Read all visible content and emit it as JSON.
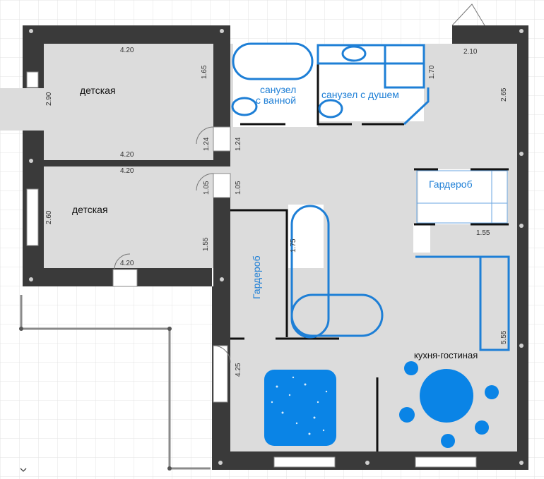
{
  "rooms": {
    "kids1": "детская",
    "kids2": "детская",
    "bath_tub": "санузел\nс ванной",
    "bath_shower": "санузел с душем",
    "wardrobe_right": "Гардероб",
    "wardrobe_left": "Гардероб",
    "kitchen": "кухня-гостиная"
  },
  "dimensions": {
    "d420_top": "4.20",
    "d290": "2.90",
    "d165": "1.65",
    "d124a": "1.24",
    "d124b": "1.24",
    "d420_mid1": "4.20",
    "d420_mid2": "4.20",
    "d105a": "1.05",
    "d105b": "1.05",
    "d260": "2.60",
    "d155_left": "1.55",
    "d420_bot": "4.20",
    "d210": "2.10",
    "d170": "1.70",
    "d265": "2.65",
    "d175": "1.75",
    "d155_right": "1.55",
    "d555": "5.55",
    "d425": "4.25"
  },
  "icons": {
    "collapse": "chevron-down-icon"
  },
  "colors": {
    "wall": "#3a3a3a",
    "floor": "#dcdcdc",
    "accent": "#1e7fd6",
    "fill": "#0a84e6"
  }
}
